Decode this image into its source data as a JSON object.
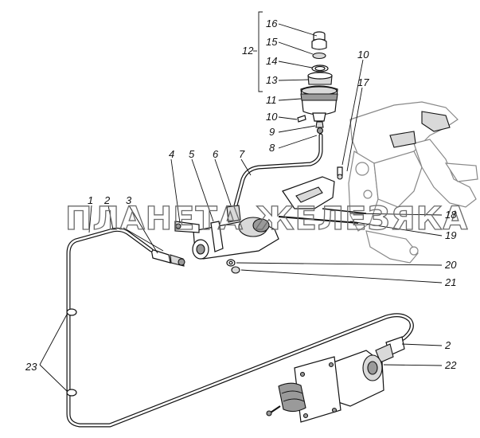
{
  "watermark": "ПЛАНЕТА ЖЕЛЕЗЯКА",
  "labels": {
    "l1": "1",
    "l2a": "2",
    "l2b": "2",
    "l3": "3",
    "l4": "4",
    "l5": "5",
    "l6": "6",
    "l7": "7",
    "l8": "8",
    "l9": "9",
    "l10a": "10",
    "l10b": "10",
    "l11": "11",
    "l12": "12",
    "l13": "13",
    "l14": "14",
    "l15": "15",
    "l16": "16",
    "l17": "17",
    "l18": "18",
    "l19": "19",
    "l20": "20",
    "l21": "21",
    "l22": "22",
    "l23": "23"
  }
}
